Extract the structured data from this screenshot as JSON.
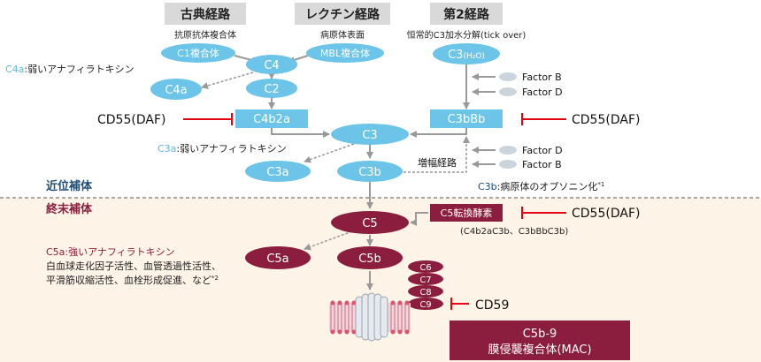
{
  "colors": {
    "blue": "#6cc4e8",
    "blue_text": "#5bb8e0",
    "navy_text": "#1f4e79",
    "maroon": "#8b1e3f",
    "header_gray": "#d9d9d9",
    "red": "#e60012",
    "terminal_bg": "#fdf3e7",
    "arrow_gray": "#999999",
    "oval_gray": "#c9d4dd"
  },
  "pathways": {
    "classical": {
      "title": "古典経路",
      "subtitle": "抗原抗体複合体"
    },
    "lectin": {
      "title": "レクチン経路",
      "subtitle": "病原体表面"
    },
    "alternative": {
      "title": "第2経路",
      "subtitle": "恒常的C3加水分解(tick over)"
    }
  },
  "nodes": {
    "c1": "C1複合体",
    "mbl": "MBL複合体",
    "c4": "C4",
    "c4a": "C4a",
    "c2": "C2",
    "c4b2a": "C4b2a",
    "c3h2o_main": "C3",
    "c3h2o_sub": "(H₂O)",
    "c3bbb": "C3bBb",
    "c3": "C3",
    "c3a": "C3a",
    "c3b": "C3b",
    "c5": "C5",
    "c5a": "C5a",
    "c5b": "C5b",
    "c6": "C6",
    "c7": "C7",
    "c8": "C8",
    "c9": "C9",
    "c5_convertase": "C5転換酵素",
    "c5_convertase_sub": "(C4b2aC3b、C3bBbC3b)",
    "mac_line1": "C5b-9",
    "mac_line2": "膜侵襲複合体(MAC)"
  },
  "factors": {
    "factor_b_top": "Factor B",
    "factor_d_top": "Factor D",
    "factor_d_bottom": "Factor D",
    "factor_b_bottom": "Factor B"
  },
  "inhibitors": {
    "cd55_left": "CD55(DAF)",
    "cd55_right": "CD55(DAF)",
    "cd55_c5": "CD55(DAF)",
    "cd59": "CD59"
  },
  "annotations": {
    "c4a_prefix": "C4a",
    "c4a_text": ":弱いアナフィラトキシン",
    "c3a_prefix": "C3a",
    "c3a_text": ":弱いアナフィラトキシン",
    "c3b_prefix": "C3b",
    "c3b_text": ":病原体のオプソニン化",
    "c3b_note": "*1",
    "amplification": "増幅経路",
    "c5a_title": "C5a:強いアナフィラトキシン",
    "c5a_line1": "白血球走化因子活性、血管透過性活性、",
    "c5a_line2": "平滑筋収縮活性、血栓形成促進、など",
    "c5a_note": "*2"
  },
  "sections": {
    "proximal": "近位補体",
    "terminal": "終末補体"
  }
}
